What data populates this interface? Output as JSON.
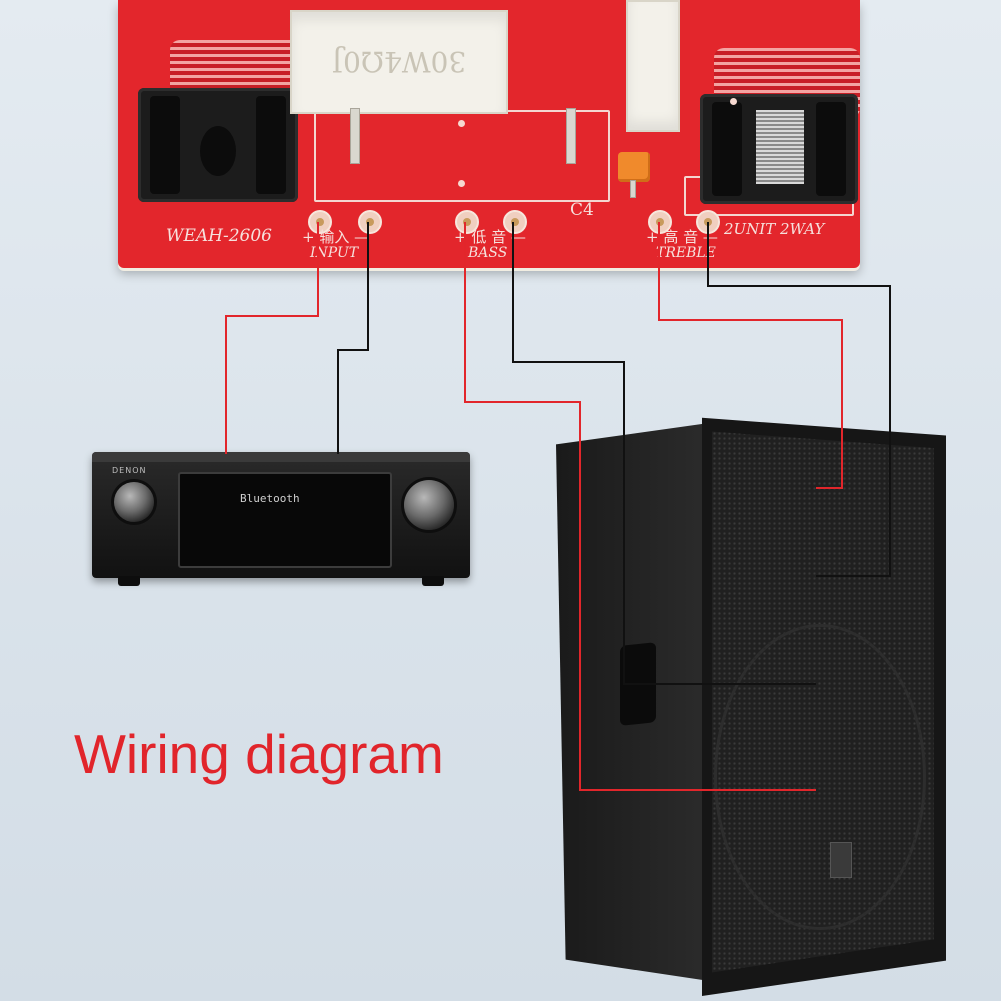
{
  "board": {
    "model": "WEAH-2606",
    "input_polarity": "+ 输入 —",
    "input_label": "INPUT",
    "bass_polarity": "+ 低 音 —",
    "bass_label": "BASS",
    "cap_label": "C4",
    "treble_polarity": "+ 高 音 —",
    "treble_label": "TREBLE",
    "config": "2UNIT 2WAY",
    "resistor_text": "30W4Ω0J"
  },
  "receiver": {
    "brand": "DENON",
    "display_text": "Bluetooth"
  },
  "title": "Wiring diagram",
  "colors": {
    "positive_wire": "#e2262b",
    "negative_wire": "#111111",
    "board": "#e3262c",
    "title": "#e1252b"
  }
}
